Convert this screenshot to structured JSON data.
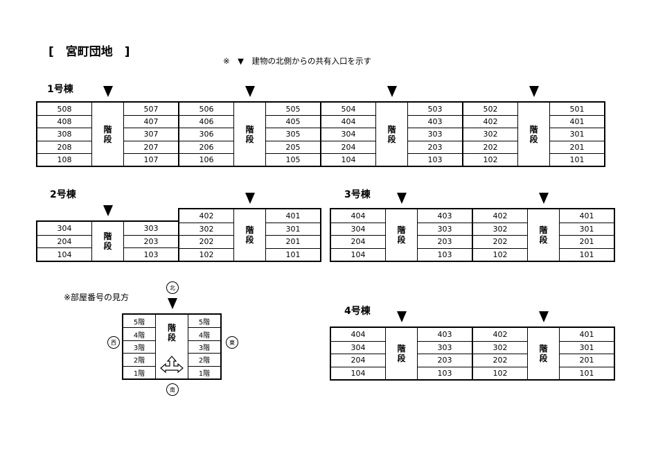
{
  "title": "[　宮町団地　]",
  "note": "※　▼　建物の北側からの共有入口を示す",
  "stair_label_line1": "階",
  "stair_label_line2": "段",
  "building1": {
    "name": "1号棟",
    "units": [
      {
        "left": [
          "508",
          "408",
          "308",
          "208",
          "108"
        ],
        "right": [
          "507",
          "407",
          "307",
          "207",
          "107"
        ]
      },
      {
        "left": [
          "506",
          "406",
          "306",
          "206",
          "106"
        ],
        "right": [
          "505",
          "405",
          "305",
          "205",
          "105"
        ]
      },
      {
        "left": [
          "504",
          "404",
          "304",
          "204",
          "104"
        ],
        "right": [
          "503",
          "403",
          "303",
          "203",
          "103"
        ]
      },
      {
        "left": [
          "502",
          "402",
          "302",
          "202",
          "102"
        ],
        "right": [
          "501",
          "401",
          "301",
          "201",
          "101"
        ]
      }
    ]
  },
  "building2": {
    "name": "2号棟",
    "unit_a": {
      "left": [
        "304",
        "204",
        "104"
      ],
      "right": [
        "303",
        "203",
        "103"
      ]
    },
    "unit_b": {
      "left": [
        "402",
        "302",
        "202",
        "102"
      ],
      "right": [
        "401",
        "301",
        "201",
        "101"
      ]
    }
  },
  "building3": {
    "name": "3号棟",
    "units": [
      {
        "left": [
          "404",
          "304",
          "204",
          "104"
        ],
        "right": [
          "403",
          "303",
          "203",
          "103"
        ]
      },
      {
        "left": [
          "402",
          "302",
          "202",
          "102"
        ],
        "right": [
          "401",
          "301",
          "201",
          "101"
        ]
      }
    ]
  },
  "building4": {
    "name": "4号棟",
    "units": [
      {
        "left": [
          "404",
          "304",
          "204",
          "104"
        ],
        "right": [
          "403",
          "303",
          "203",
          "103"
        ]
      },
      {
        "left": [
          "402",
          "302",
          "202",
          "102"
        ],
        "right": [
          "401",
          "301",
          "201",
          "101"
        ]
      }
    ]
  },
  "legend": {
    "title": "※部屋番号の見方",
    "floors": [
      "5階",
      "4階",
      "3階",
      "2階",
      "1階"
    ],
    "north": "北",
    "south": "南",
    "east": "東",
    "west": "西"
  }
}
